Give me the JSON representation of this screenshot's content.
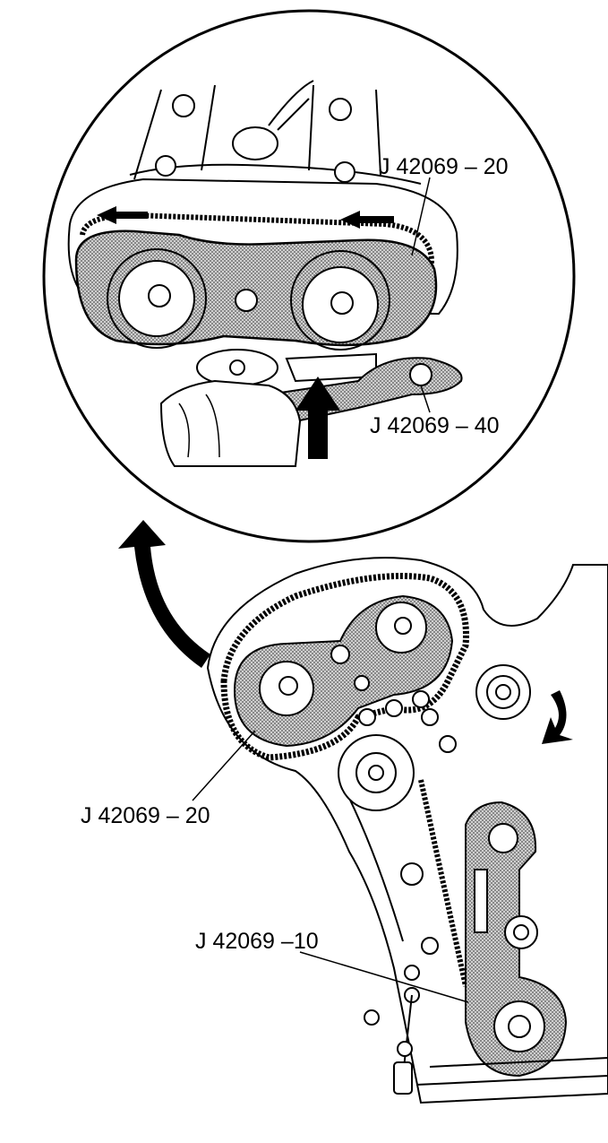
{
  "labels": {
    "detail_tool_20": "J 42069 – 20",
    "detail_tool_40": "J 42069 – 40",
    "main_tool_20": "J 42069 – 20",
    "main_tool_10": "J 42069 –10"
  },
  "colors": {
    "ink": "#000000",
    "tool_shading": "#b8b8b8",
    "paper": "#ffffff"
  }
}
